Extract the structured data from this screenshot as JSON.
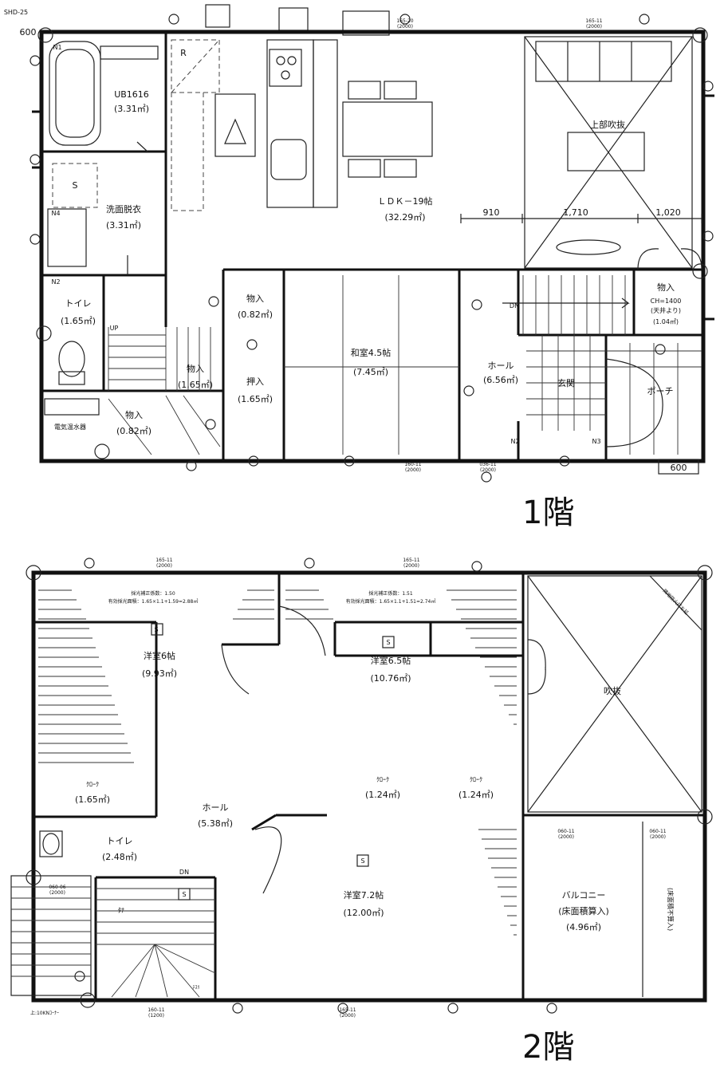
{
  "floor1": {
    "caption": "1階",
    "rooms": [
      {
        "id": "ub",
        "name": "UB1616",
        "area": "(3.31㎡)"
      },
      {
        "id": "wash",
        "name": "洗面脱衣",
        "area": "(3.31㎡)"
      },
      {
        "id": "toilet",
        "name": "トイレ",
        "area": "(1.65㎡)"
      },
      {
        "id": "ldk",
        "name": "ＬＤＫ－19帖",
        "area": "(32.29㎡)"
      },
      {
        "id": "st1",
        "name": "物入",
        "area": "(0.82㎡)"
      },
      {
        "id": "st2",
        "name": "物入",
        "area": "(1.65㎡)"
      },
      {
        "id": "st3",
        "name": "物入",
        "area": "(0.82㎡)"
      },
      {
        "id": "oshi",
        "name": "押入",
        "area": "(1.65㎡)"
      },
      {
        "id": "washitsu",
        "name": "和室4.5帖",
        "area": "(7.45㎡)"
      },
      {
        "id": "hall",
        "name": "ホール",
        "area": "(6.56㎡)"
      },
      {
        "id": "st4",
        "name": "物入",
        "area": "(1.04㎡)"
      }
    ],
    "labels": {
      "stairwell_open": "上部吹抜",
      "genkan": "玄関",
      "porch": "ポーチ",
      "water_heater": "電気温水器",
      "up": "UP",
      "down": "DN",
      "ceiling": "CH=1400",
      "ceiling_note": "(天井より)",
      "shd": "SHD-25",
      "r": "R",
      "s": "S",
      "n1": "N1",
      "n2": "N2",
      "n3": "N3",
      "n4": "N4"
    },
    "dims": {
      "d600_left": "600",
      "d600_right": "600",
      "d910": "910",
      "d1710": "1,710",
      "d1020": "1,020"
    },
    "notes": {
      "top1": "165-20",
      "top1b": "(2000)",
      "top2": "165-11",
      "top2b": "(2000)",
      "bot1": "160-11",
      "bot1b": "(2000)",
      "bot2": "036-11",
      "bot2b": "(2000)"
    }
  },
  "floor2": {
    "caption": "2階",
    "rooms": [
      {
        "id": "r6",
        "name": "洋室6帖",
        "area": "(9.93㎡)"
      },
      {
        "id": "r65",
        "name": "洋室6.5帖",
        "area": "(10.76㎡)"
      },
      {
        "id": "cl1",
        "name": "ｸﾛｰｸ",
        "area": "(1.65㎡)"
      },
      {
        "id": "hall2",
        "name": "ホール",
        "area": "(5.38㎡)"
      },
      {
        "id": "cl2",
        "name": "ｸﾛｰｸ",
        "area": "(1.24㎡)"
      },
      {
        "id": "cl3",
        "name": "ｸﾛｰｸ",
        "area": "(1.24㎡)"
      },
      {
        "id": "toilet2",
        "name": "トイレ",
        "area": "(2.48㎡)"
      },
      {
        "id": "r72",
        "name": "洋室7.2帖",
        "area": "(12.00㎡)"
      },
      {
        "id": "balc",
        "name": "バルコニー",
        "area": "(床面積算入)"
      }
    ],
    "labels": {
      "void": "吹抜",
      "balc_area": "(4.96㎡)",
      "balc_side": "(床面積不算入)",
      "down": "DN",
      "s": "S",
      "tana": "ﾀﾅ",
      "tesuri": "ﾃｽﾘ",
      "light1": "採光補正係数：1.50",
      "light1b": "有効採光面積：1.65×1.1+1.59=2.88㎡",
      "light2": "採光補正係数：1.51",
      "light2b": "有効採光面積：1.65×1.1+1.51=2.74㎡",
      "fire": "隣地防火打ち延",
      "corner": "上:10KNｺｰﾅｰ"
    },
    "notes": {
      "top1": "165-11",
      "top1b": "(2000)",
      "top2": "165-11",
      "top2b": "(2000)",
      "mid1": "060-11",
      "mid1b": "(2000)",
      "mid2": "060-11",
      "mid2b": "(2000)",
      "bot1": "160-11",
      "bot1b": "(1200)",
      "bot2": "165-11",
      "bot2b": "(2000)",
      "stair": "060-06",
      "stairb": "(2000)"
    }
  }
}
